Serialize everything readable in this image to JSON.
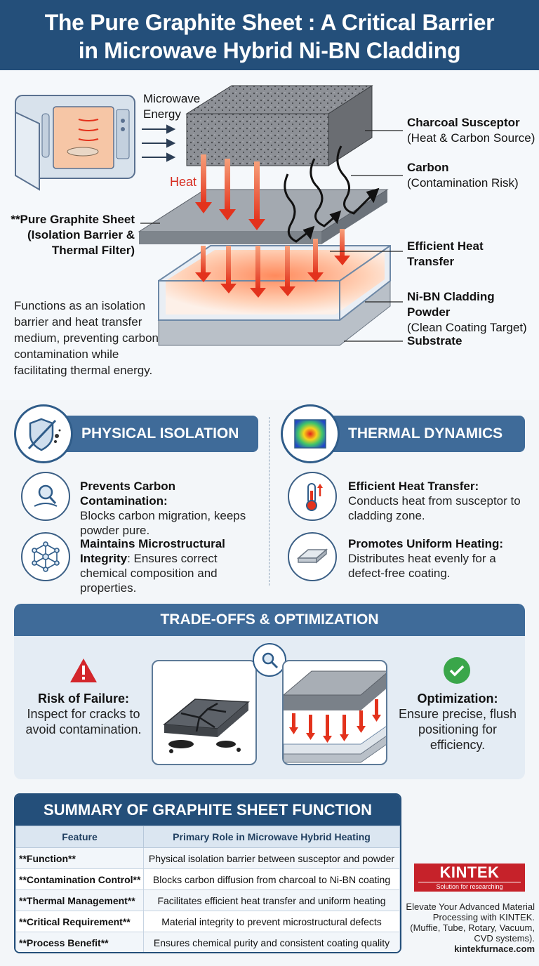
{
  "header": {
    "title_line1": "The Pure Graphite Sheet : A Critical Barrier",
    "title_line2": "in Microwave Hybrid Ni-BN Cladding"
  },
  "diagram": {
    "microwave_label_line1": "Microwave",
    "microwave_label_line2": "Energy",
    "heat_label": "Heat",
    "susceptor": {
      "title": "Charcoal Susceptor",
      "sub": "(Heat & Carbon Source)"
    },
    "carbon": {
      "title": "Carbon",
      "sub": "(Contamination Risk)"
    },
    "graphite": {
      "line1": "**Pure Graphite Sheet",
      "line2": "(Isolation Barrier &",
      "line3": "Thermal Filter)"
    },
    "heat_transfer": {
      "line1": "Efficient Heat",
      "line2": "Transfer"
    },
    "powder": {
      "title": "Ni-BN Cladding Powder",
      "sub": "(Clean Coating Target)"
    },
    "substrate": "Substrate",
    "description": "Functions as an isolation barrier and heat transfer medium, preventing carbon contamination while facilitating thermal energy."
  },
  "pillars": {
    "physical": {
      "title": "PHYSICAL ISOLATION",
      "items": [
        {
          "title": "Prevents Carbon Contamination:",
          "body": "Blocks carbon migration, keeps powder pure."
        },
        {
          "title": "Maintains Microstructural Integrity",
          "body": ": Ensures correct chemical composition and properties."
        }
      ]
    },
    "thermal": {
      "title": "THERMAL DYNAMICS",
      "items": [
        {
          "title": "Efficient Heat Transfer:",
          "body": "Conducts heat from susceptor to cladding zone."
        },
        {
          "title": "Promotes Uniform Heating:",
          "body": "Distributes heat evenly for a defect-free coating."
        }
      ]
    }
  },
  "tradeoffs": {
    "title": "TRADE-OFFS & OPTIMIZATION",
    "risk": {
      "title": "Risk of Failure:",
      "body": "Inspect for cracks to avoid contamination."
    },
    "optimization": {
      "title": "Optimization:",
      "body": "Ensure precise, flush positioning for efficiency."
    }
  },
  "summary": {
    "title": "SUMMARY OF GRAPHITE SHEET FUNCTION",
    "columns": [
      "Feature",
      "Primary Role in Microwave Hybrid Heating"
    ],
    "rows": [
      [
        "**Function**",
        "Physical isolation barrier between susceptor and powder"
      ],
      [
        "**Contamination Control**",
        "Blocks carbon diffusion from charcoal to Ni-BN coating"
      ],
      [
        "**Thermal Management**",
        "Facilitates efficient heat transfer and uniform heating"
      ],
      [
        "**Critical Requirement**",
        "Material integrity to prevent microstructural defects"
      ],
      [
        "**Process Benefit**",
        "Ensures chemical purity and consistent coating quality"
      ]
    ]
  },
  "brand": {
    "name": "KINTEK",
    "tagline": "Solution for researching",
    "promo_line1": "Elevate Your Advanced Material",
    "promo_line2": "Processing with KINTEK.",
    "promo_line3": "(Muffie, Tube, Rotary, Vacuum,",
    "promo_line4": "CVD systems).",
    "website": "kintekfurnace.com"
  },
  "colors": {
    "header_bg": "#244f7a",
    "section_blue": "#3f6b99",
    "heat_red": "#e8432a",
    "brand_red": "#c6222a",
    "ok_green": "#3aa64a"
  }
}
